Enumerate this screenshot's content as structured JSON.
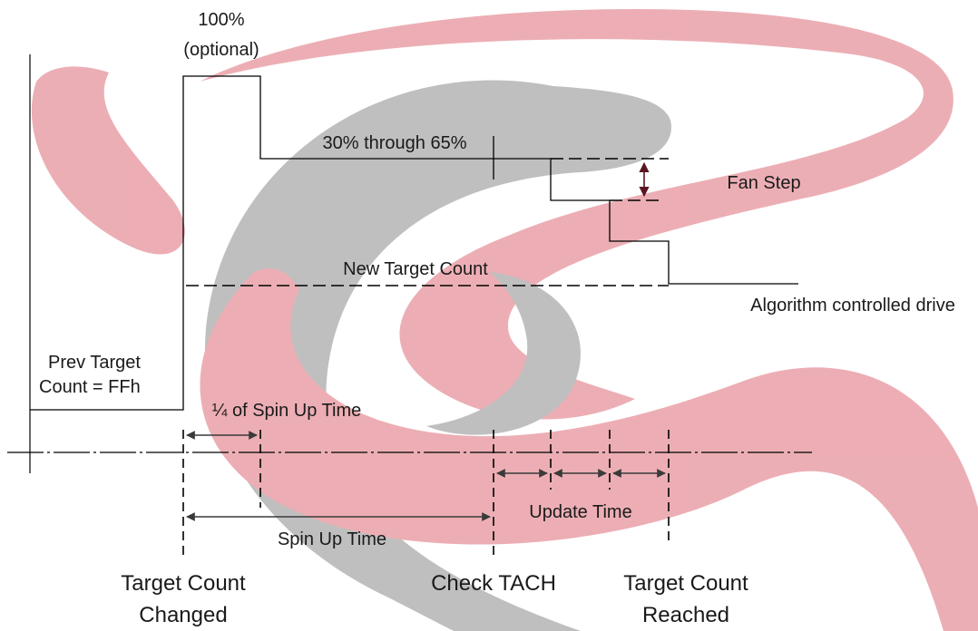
{
  "labels": {
    "peak_pct": "100%",
    "optional": "(optional)",
    "range": "30% through 65%",
    "fan_step": "Fan Step",
    "new_target": "New Target Count",
    "algorithm": "Algorithm controlled drive",
    "prev_target_line1": "Prev Target",
    "prev_target_line2": "Count  = FFh",
    "quarter_spin": "¼ of Spin Up  Time",
    "update_time": "Update Time",
    "spin_up_time": "Spin Up Time",
    "target_changed_line1": "Target Count",
    "target_changed_line2": "Changed",
    "check_tach": "Check TACH",
    "target_reached_line1": "Target Count",
    "target_reached_line2": "Reached"
  },
  "colors": {
    "watermark_pink": "#e9a0a8",
    "watermark_gray": "#b4b4b4",
    "line": "#000000",
    "arrow": "#3a3a3a",
    "fan_step_arrow": "#5a1520"
  }
}
